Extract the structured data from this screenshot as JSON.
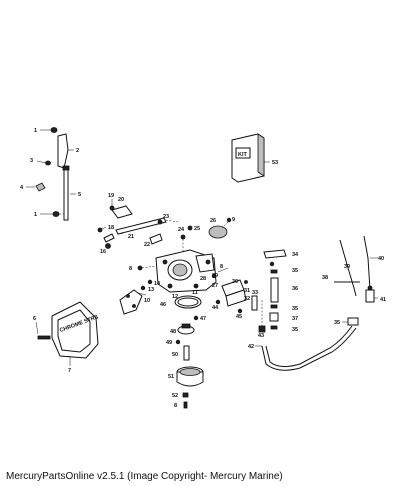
{
  "caption": "MercuryPartsOnline v2.5.1 (Image Copyright- Mercury Marine)",
  "diagram": {
    "kit_box": {
      "line1": "KIT"
    },
    "gasket_text": "CHROME\nSTRS",
    "callouts": {
      "c1a": "1",
      "c2": "2",
      "c3": "3",
      "c4": "4",
      "c5": "5",
      "c1b": "1",
      "c19": "19",
      "c20": "20",
      "c18": "18",
      "c17": "17",
      "c16": "16",
      "c21": "21",
      "c22": "22",
      "c23": "23",
      "c24": "24",
      "c25": "25",
      "c26": "26",
      "c9": "9",
      "c8": "8",
      "c14": "14",
      "c13": "13",
      "c15": "15",
      "c12": "12",
      "c10": "10",
      "c11": "11",
      "c7": "7",
      "c6": "6",
      "c46": "46",
      "c47": "47",
      "c48": "48",
      "c49": "49",
      "c50": "50",
      "c51": "51",
      "c52": "52",
      "c53": "53",
      "c8b": "8",
      "c44": "44",
      "c43": "43",
      "c42": "42",
      "c45": "45",
      "c33": "33",
      "c30": "30",
      "c31": "31",
      "c32": "32",
      "c34": "34",
      "c35a": "35",
      "c36": "36",
      "c35b": "35",
      "c37": "37",
      "c35c": "35",
      "c35d": "35",
      "c38": "38",
      "c39": "39",
      "c40": "40",
      "c41": "41",
      "c28": "28",
      "c29": "29",
      "c27": "27"
    }
  }
}
